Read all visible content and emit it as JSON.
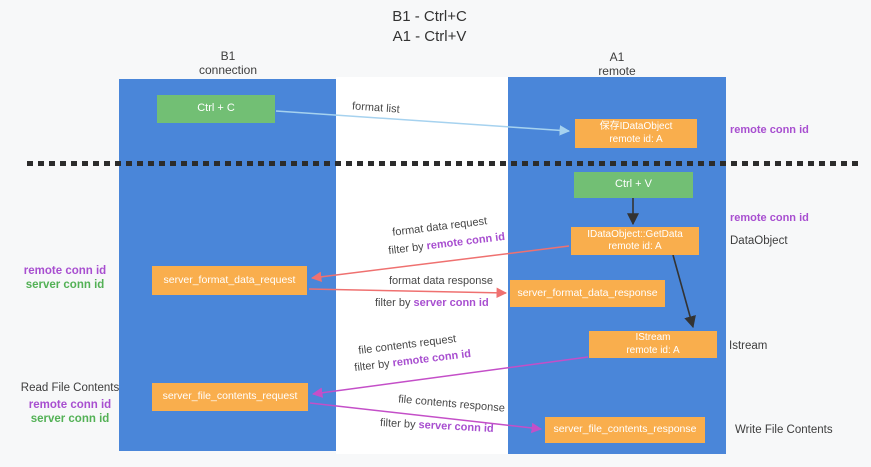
{
  "title": {
    "line1": "B1 - Ctrl+C",
    "line2": "A1 - Ctrl+V"
  },
  "columns": {
    "left": {
      "name": "B1",
      "subtitle": "connection"
    },
    "right": {
      "name": "A1",
      "subtitle": "remote"
    }
  },
  "nodes": {
    "ctrl_c": "Ctrl + C",
    "ctrl_v": "Ctrl + V",
    "save_idataobject": {
      "line1": "保存IDataObject",
      "line2": "remote id: A"
    },
    "getdata": {
      "line1": "IDataObject::GetData",
      "line2": "remote id: A"
    },
    "istream": {
      "line1": "IStream",
      "line2": "remote id: A"
    },
    "format_request": "server_format_data_request",
    "format_response": "server_format_data_response",
    "file_request": "server_file_contents_request",
    "file_response": "server_file_contents_response"
  },
  "flows": {
    "format_list": "format list",
    "format_data_request": "format data request",
    "format_data_response": "format data response",
    "file_contents_request": "file contents request",
    "file_contents_response": "file contents response",
    "filter_by": "filter by",
    "remote_conn_id": "remote conn id",
    "server_conn_id": "server conn id"
  },
  "annotations": {
    "right_top_remote": "remote conn id",
    "right_mid_remote": "remote conn id",
    "dataobject": "DataObject",
    "istream": "Istream",
    "write_file_contents": "Write File Contents",
    "read_file_contents": "Read File Contents",
    "left_mid_remote": "remote conn id",
    "left_mid_server": "server conn id",
    "left_bottom_remote": "remote conn id",
    "left_bottom_server": "server conn id"
  },
  "colors": {
    "lane_blue": "#4a86d9",
    "node_orange": "#f9ae4d",
    "node_green": "#72bf74",
    "arrow_red": "#ef7170",
    "arrow_magenta": "#c44fc8",
    "arrow_light_blue": "#a6d2ef",
    "arrow_black": "#333333",
    "label_purple": "#a84fd0",
    "label_green": "#53b156"
  }
}
